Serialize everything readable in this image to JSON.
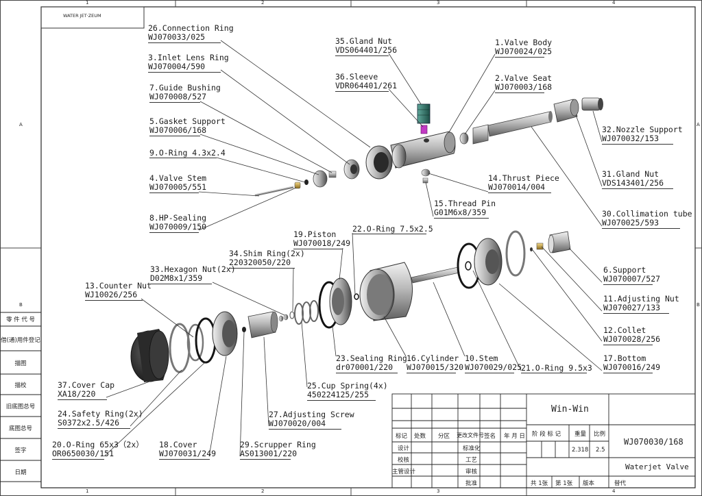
{
  "drawing_code": "WATER JET·ZEUM",
  "zones_top": [
    "1",
    "2",
    "3",
    "4"
  ],
  "zones_bottom": [
    "1",
    "2",
    "3",
    "4"
  ],
  "zones_left": [
    "A",
    "B"
  ],
  "zones_right": [
    "A",
    "B"
  ],
  "side_table": [
    "零 件 代 号",
    "借(通)用件登记",
    "描图",
    "描校",
    "旧底图总号",
    "底图总号",
    "签字",
    "日期"
  ],
  "labels": [
    {
      "name": "26.Connection Ring",
      "code": "WJ070033/025"
    },
    {
      "name": "3.Inlet Lens Ring",
      "code": "WJ070004/590"
    },
    {
      "name": "7.Guide Bushing",
      "code": "WJ070008/527"
    },
    {
      "name": "5.Gasket Support",
      "code": "WJ070006/168"
    },
    {
      "name": "9.O-Ring 4.3x2.4",
      "code": ""
    },
    {
      "name": "4.Valve Stem",
      "code": "WJ070005/551"
    },
    {
      "name": "8.HP-Sealing",
      "code": "WJ070009/150"
    },
    {
      "name": "35.Gland Nut",
      "code": "VDS064401/256"
    },
    {
      "name": "36.Sleeve",
      "code": "VDR064401/261"
    },
    {
      "name": "1.Valve Body",
      "code": "WJ070024/025"
    },
    {
      "name": "2.Valve Seat",
      "code": "WJ070003/168"
    },
    {
      "name": "32.Nozzle Support",
      "code": "WJ070032/153"
    },
    {
      "name": "31.Gland Nut",
      "code": "VDS143401/256"
    },
    {
      "name": "14.Thrust Piece",
      "code": "WJ070014/004"
    },
    {
      "name": "15.Thread Pin",
      "code": "G01M6x8/359"
    },
    {
      "name": "30.Collimation tube",
      "code": "WJ070025/593"
    },
    {
      "name": "19.Piston",
      "code": "WJ070018/249"
    },
    {
      "name": "22.O-Ring 7.5x2.5",
      "code": ""
    },
    {
      "name": "34.Shim Ring(2x)",
      "code": "220320050/220"
    },
    {
      "name": "33.Hexagon Nut(2x)",
      "code": "D02M8x1/359"
    },
    {
      "name": "13.Counter Nut",
      "code": "WJ10026/256"
    },
    {
      "name": "6.Support",
      "code": "WJ070007/527"
    },
    {
      "name": "11.Adjusting Nut",
      "code": "WJ070027/133"
    },
    {
      "name": "12.Collet",
      "code": "WJ070028/256"
    },
    {
      "name": "17.Bottom",
      "code": "WJ070016/249"
    },
    {
      "name": "23.Sealing Ring",
      "code": "dr070001/220"
    },
    {
      "name": "16.Cylinder",
      "code": "WJ070015/320"
    },
    {
      "name": "10.Stem",
      "code": "WJ070029/025"
    },
    {
      "name": "21.O-Ring 9.5x3",
      "code": ""
    },
    {
      "name": "37.Cover Cap",
      "code": "XA18/220"
    },
    {
      "name": "25.Cup Spring(4x)",
      "code": "450224125/255"
    },
    {
      "name": "24.Safety Ring(2x)",
      "code": "S0372x2.5/426"
    },
    {
      "name": "27.Adjusting Screw",
      "code": "WJ070020/004"
    },
    {
      "name": "20.O-Ring 65x3（2x）",
      "code": "OR0650030/151"
    },
    {
      "name": "18.Cover",
      "code": "WJ070031/249"
    },
    {
      "name": "29.Scrupper Ring",
      "code": "AS013001/220"
    }
  ],
  "title_block": {
    "company": "Win-Win",
    "headers": [
      "标记",
      "处数",
      "分区",
      "更改文件号",
      "签名",
      "年 月 日"
    ],
    "row_labels_left": [
      "设计",
      "校核",
      "主管设计"
    ],
    "row_labels_mid": [
      "标准化",
      "工艺",
      "审核",
      "批准"
    ],
    "stage_label": "阶 段 标 记",
    "weight_label": "重量",
    "scale_label": "比例",
    "weight": "2.318",
    "scale": "2.5",
    "drawing_number": "WJ070030/168",
    "drawing_name": "Waterjet Valve",
    "sheets_total": "共 1张",
    "sheet_no": "第 1张",
    "version_label": "版本",
    "replace_label": "替代"
  }
}
